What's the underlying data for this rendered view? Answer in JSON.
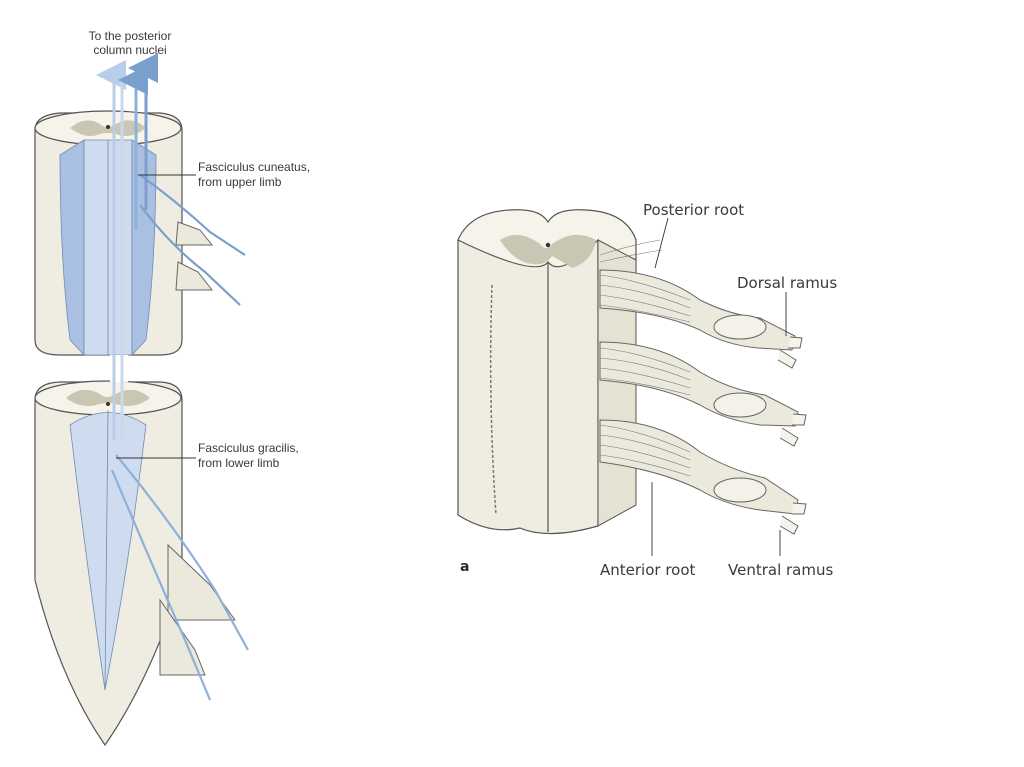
{
  "left_figure": {
    "top_label_line1": "To the posterior",
    "top_label_line2": "column nuclei",
    "cuneatus_line1": "Fasciculus cuneatus,",
    "cuneatus_line2": "from upper limb",
    "gracilis_line1": "Fasciculus gracilis,",
    "gracilis_line2": "from lower limb"
  },
  "right_figure": {
    "posterior_root": "Posterior root",
    "dorsal_ramus": "Dorsal ramus",
    "anterior_root": "Anterior root",
    "ventral_ramus": "Ventral ramus",
    "panel_letter": "a"
  },
  "colors": {
    "cord_fill": "#efece1",
    "grey_matter": "#c9c6b3",
    "tract_light_blue": "#cfdcef",
    "tract_blue": "#a9c0e2",
    "arrow_blue": "#7b9fcd"
  }
}
